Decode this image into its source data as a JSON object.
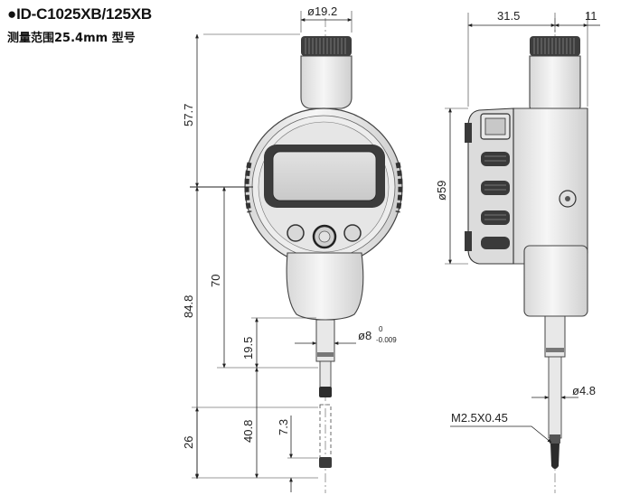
{
  "header": {
    "model": "●ID-C1025XB/125XB",
    "range": "测量范围25.4mm 型号"
  },
  "dimensions": {
    "top_diameter": "ø19.2",
    "height_upper": "57.7",
    "height_lower": "84.8",
    "height_70": "70",
    "height_19_5": "19.5",
    "stem_diameter": "ø8",
    "stem_tol_upper": "0",
    "stem_tol_lower": "-0.009",
    "travel_26": "26",
    "travel_40_8": "40.8",
    "travel_7_3": "7.3",
    "side_31_5": "31.5",
    "side_11": "11",
    "side_diameter_59": "ø59",
    "spindle_diameter": "ø4.8",
    "thread": "M2.5X0.45"
  },
  "colors": {
    "body_fill": "#ececec",
    "dark": "#3a3a3a",
    "lcd": "#dcdcdc"
  }
}
